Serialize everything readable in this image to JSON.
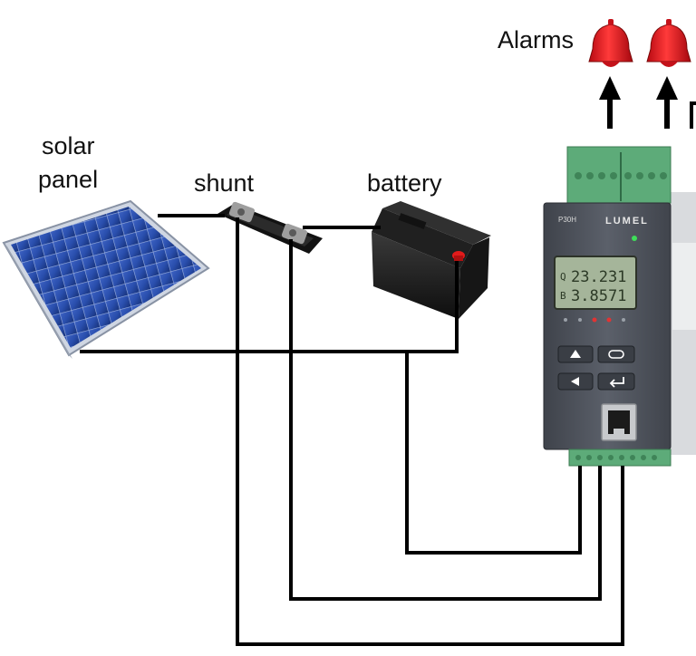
{
  "labels": {
    "solar_panel_line1": "solar",
    "solar_panel_line2": "panel",
    "shunt": "shunt",
    "battery": "battery",
    "alarms": "Alarms"
  },
  "meter": {
    "brand": "LUMEL",
    "model": "P30H",
    "display_line1": "23.231",
    "display_line2": "3.8571",
    "display_unit_top": "Q",
    "display_unit_bottom": "B"
  },
  "colors": {
    "alarm_bell": "#e0141e",
    "meter_body": "#525760",
    "terminal_block": "#5dab79",
    "lcd_screen": "#a5b59a",
    "wire": "#000000"
  },
  "icons": [
    "alarm-bell-icon",
    "arrow-up-icon"
  ]
}
